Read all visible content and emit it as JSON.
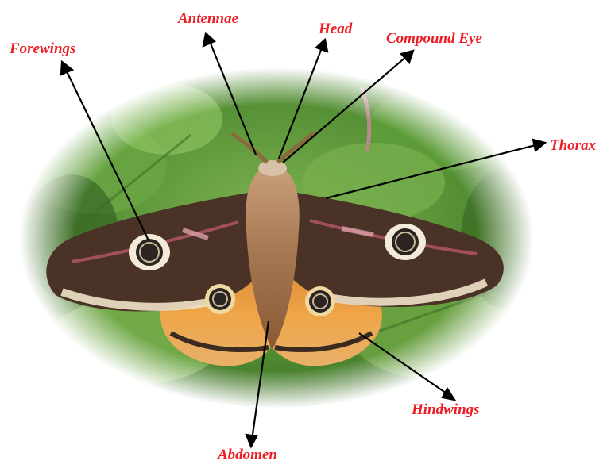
{
  "colors": {
    "label": "#ee1c24",
    "arrow": "#000000",
    "foliage": "#5f9a3a",
    "forewing": "#4a3227",
    "hindwing": "#e69a3c",
    "body": "#a27850"
  },
  "labels": {
    "antennae": "Antennae",
    "head": "Head",
    "compound_eye": "Compound Eye",
    "forewings": "Forewings",
    "thorax": "Thorax",
    "hindwings": "Hindwings",
    "abdomen": "Abdomen"
  }
}
